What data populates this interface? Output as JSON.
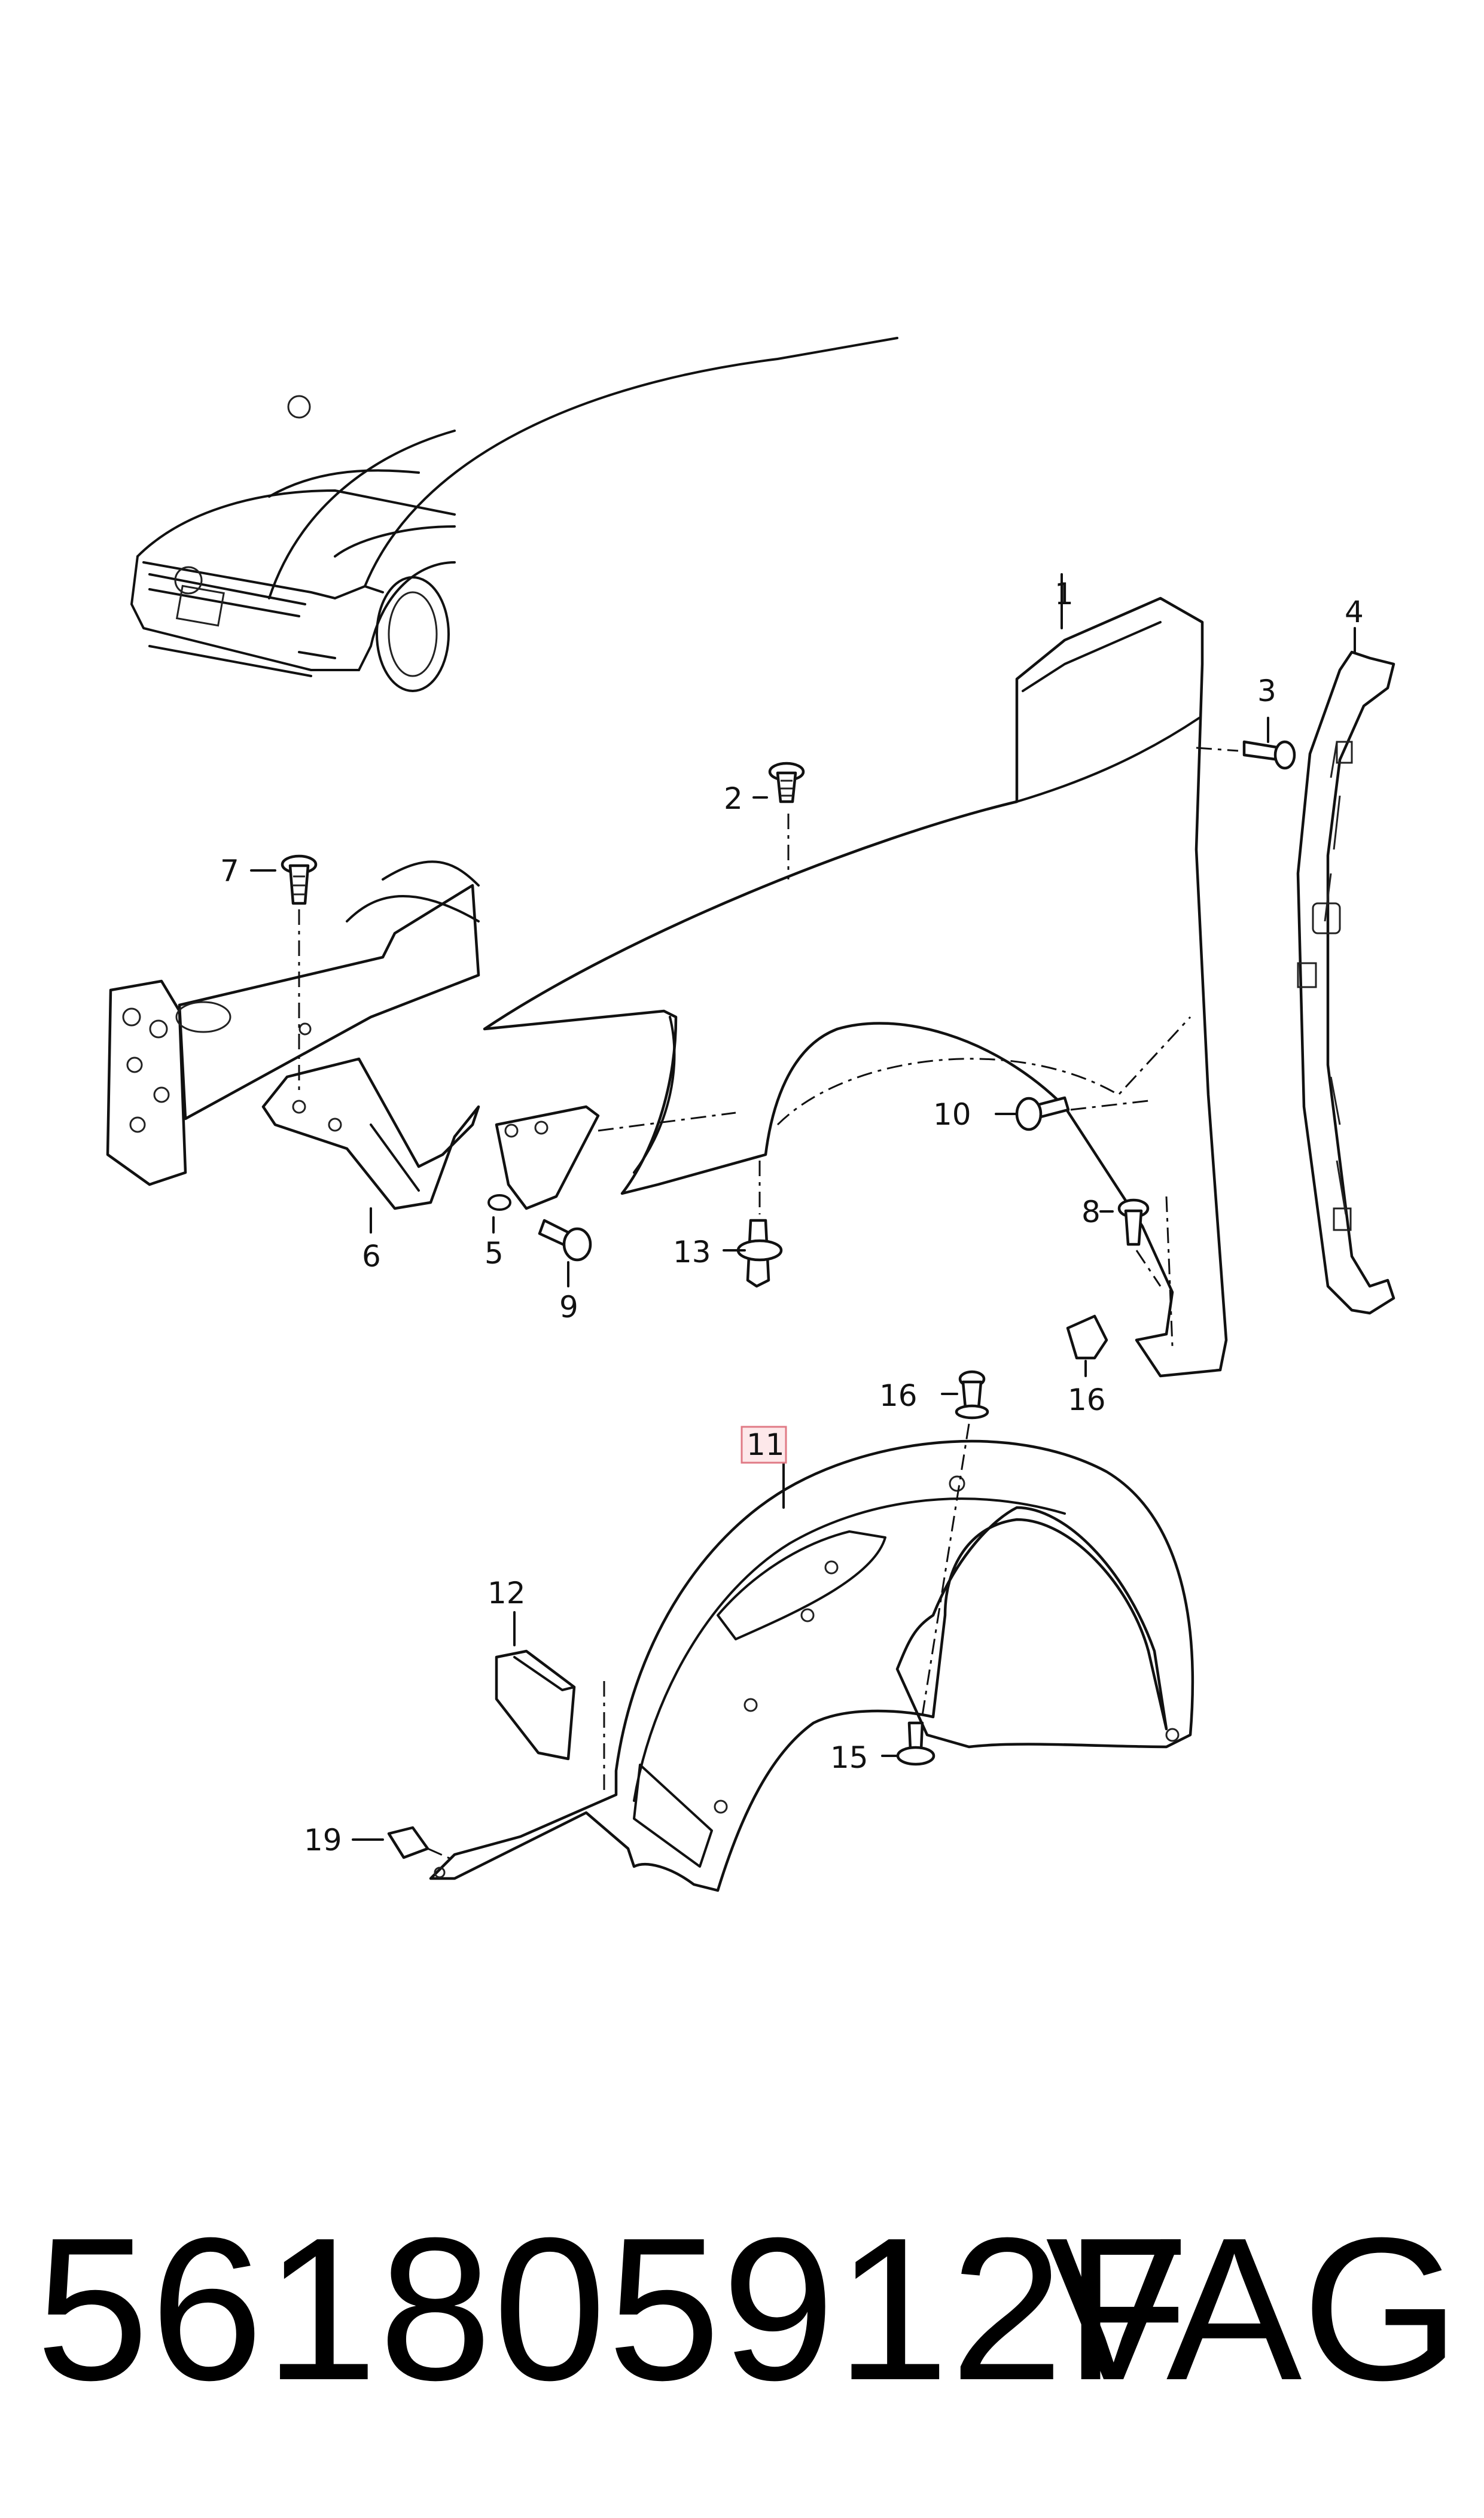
{
  "callouts": {
    "c1": "1",
    "c2": "2",
    "c3": "3",
    "c4": "4",
    "c5": "5",
    "c6": "6",
    "c7": "7",
    "c8": "8",
    "c9": "9",
    "c10": "10",
    "c11": "11",
    "c12": "12",
    "c13": "13",
    "c15": "15",
    "c16a": "16",
    "c16b": "16",
    "c19": "19"
  },
  "highlight_color": "#e07a85",
  "footer": {
    "part_number": "561805912F",
    "brand": "VAG"
  }
}
